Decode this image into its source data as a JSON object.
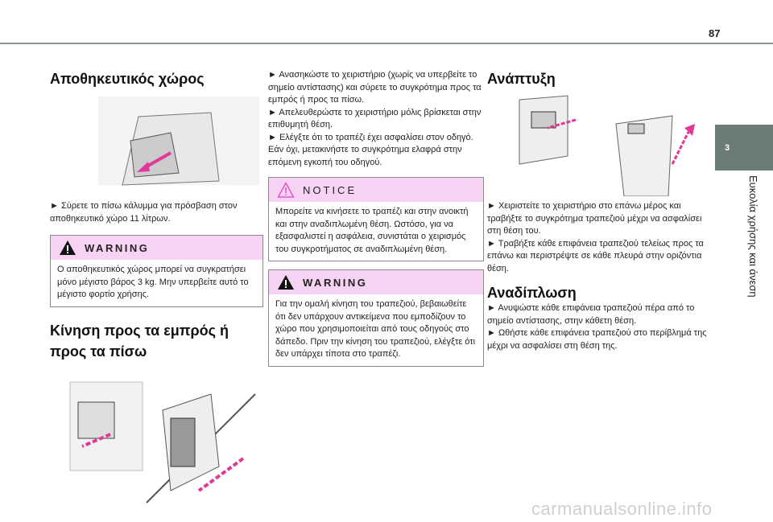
{
  "page_number": "87",
  "chapter": {
    "number": "3",
    "title": "Ευκολία χρήσης και άνεση"
  },
  "col1": {
    "title": "Αποθηκευτικός χώρος",
    "bullet": "► Σύρετε το πίσω κάλυμμα για πρόσβαση στον αποθηκευτικό χώρο 11 λίτρων.",
    "warning": {
      "label": "WARNING",
      "text": "Ο αποθηκευτικός χώρος μπορεί να συγκρατήσει μόνο μέγιστο βάρος 3 kg. Μην υπερβείτε αυτό το μέγιστο φορτίο χρήσης."
    },
    "heading2": "Κίνηση προς τα εμπρός ή προς τα πίσω"
  },
  "col2": {
    "bullets": [
      "► Ανασηκώστε το χειριστήριο (χωρίς να υπερβείτε το σημείο αντίστασης) και σύρετε το συγκρότημα προς τα εμπρός ή προς τα πίσω.",
      "► Απελευθερώστε το χειριστήριο μόλις βρίσκεται στην επιθυμητή θέση.",
      "► Ελέγξτε ότι το τραπέζι έχει ασφαλίσει στον οδηγό. Εάν όχι, μετακινήστε το συγκρότημα ελαφρά στην επόμενη εγκοπή του οδηγού."
    ],
    "notice": {
      "label": "NOTICE",
      "text": "Μπορείτε να κινήσετε το τραπέζι και στην ανοικτή και στην αναδιπλωμένη θέση. Ωστόσο, για να εξασφαλιστεί η ασφάλεια, συνιστάται ο χειρισμός του συγκροτήματος σε αναδιπλωμένη θέση."
    },
    "warning": {
      "label": "WARNING",
      "text": "Για την ομαλή κίνηση του τραπεζιού, βεβαιωθείτε ότι δεν υπάρχουν αντικείμενα που εμποδίζουν το χώρο που χρησιμοποιείται από τους οδηγούς στο δάπεδο. Πριν την κίνηση του τραπεζιού, ελέγξτε ότι δεν υπάρχει τίποτα στο τραπέζι."
    }
  },
  "col3": {
    "title": "Ανάπτυξη",
    "bullets": [
      "► Χειριστείτε το χειριστήριο στο επάνω μέρος και τραβήξτε το συγκρότημα τραπεζιού μέχρι να ασφαλίσει στη θέση του.",
      "► Τραβήξτε κάθε επιφάνεια τραπεζιού τελείως προς τα επάνω και περιστρέψτε σε κάθε πλευρά στην οριζόντια θέση."
    ],
    "heading2": "Αναδίπλωση",
    "bullets2": [
      "► Ανυψώστε κάθε επιφάνεια τραπεζιού πέρα από το σημείο αντίστασης, στην κάθετη θέση.",
      "► Ωθήστε κάθε επιφάνεια τραπεζιού στο περίβλημά της μέχρι να ασφαλίσει στη θέση της."
    ]
  },
  "watermark": "carmanualsonline.info",
  "colors": {
    "pink": "#f6d3f2",
    "tab": "#6b7b78",
    "arrow": "#e0399a"
  }
}
